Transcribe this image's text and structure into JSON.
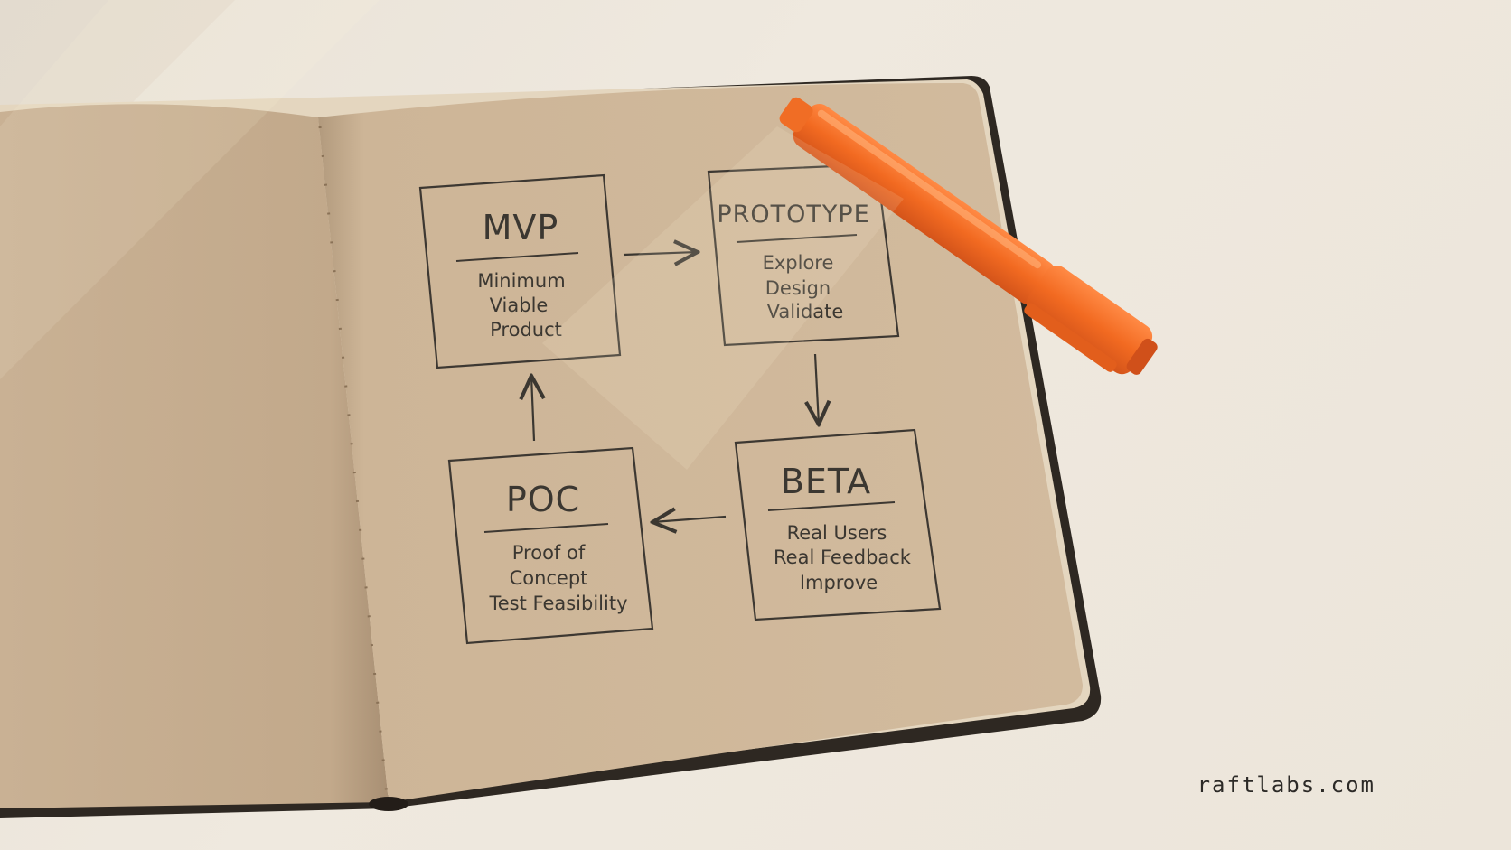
{
  "diagram": {
    "nodes": [
      {
        "id": "mvp",
        "title": "MVP",
        "lines": [
          "Minimum",
          "Viable",
          "Product"
        ]
      },
      {
        "id": "prototype",
        "title": "PROTOTYPE",
        "lines": [
          "Explore",
          "Design",
          "Validate"
        ]
      },
      {
        "id": "beta",
        "title": "BETA",
        "lines": [
          "Real Users",
          "Real Feedback",
          "Improve"
        ]
      },
      {
        "id": "poc",
        "title": "POC",
        "lines": [
          "Proof of",
          "Concept",
          "Test Feasibility"
        ]
      }
    ],
    "edges": [
      {
        "from": "mvp",
        "to": "prototype"
      },
      {
        "from": "prototype",
        "to": "beta"
      },
      {
        "from": "beta",
        "to": "poc"
      },
      {
        "from": "poc",
        "to": "mvp"
      }
    ]
  },
  "watermark": "raftlabs.com",
  "colors": {
    "surface": "#ece5da",
    "paper": "#cdb597",
    "ink": "#3b3731",
    "marker": "#f26a21"
  }
}
